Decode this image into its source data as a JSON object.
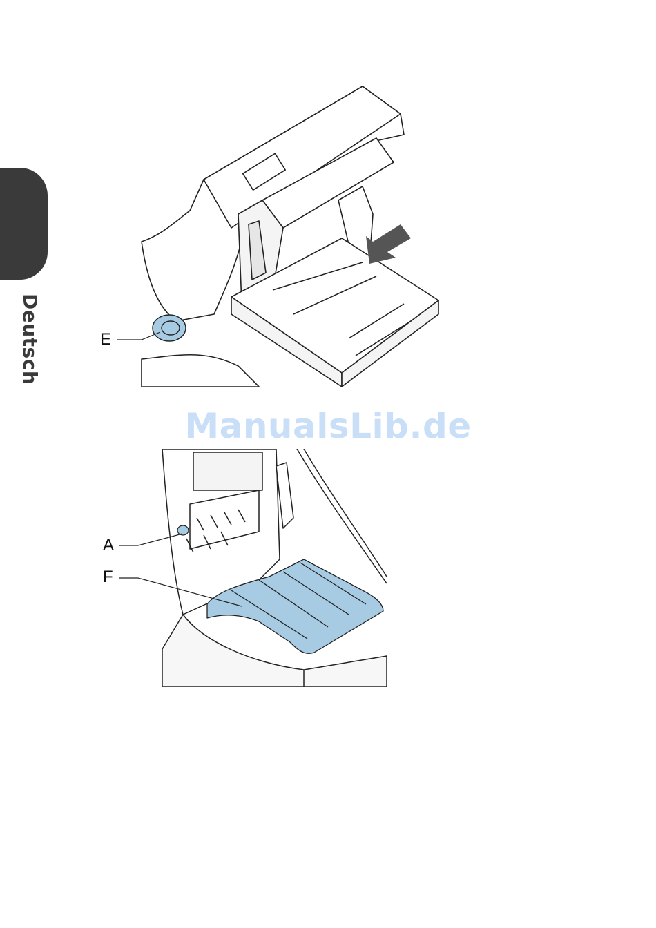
{
  "side_tab": {
    "label": "Deutsch",
    "color": "#3a3a3a"
  },
  "watermark": {
    "text": "ManualsLib.de",
    "color": "#c9def7"
  },
  "figures": {
    "top": {
      "callouts": [
        "E"
      ],
      "highlight_color": "#a8cbe4"
    },
    "bottom": {
      "callouts": [
        "A",
        "F"
      ],
      "highlight_color": "#a8cbe4"
    }
  }
}
